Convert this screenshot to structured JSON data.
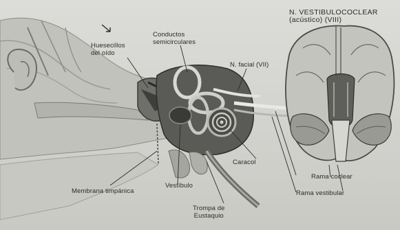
{
  "labels": {
    "ossicles": [
      "Huesecillos",
      "del oído"
    ],
    "canals": [
      "Conductos",
      "semicirculares"
    ],
    "facial_nerve": "N. facial (VII)",
    "vestibulocochlear": [
      "N. VESTIBULOCOCLEAR",
      "(acústico) (VIII)"
    ],
    "cochlea": "Caracol",
    "tympanic_membrane": "Membrana timpánica",
    "vestibule": "Vestíbulo",
    "cochlear_branch": "Rama coclear",
    "vestibular_branch": "Rama vestibular",
    "eustachian_tube": [
      "Trompa de",
      "Eustaquio"
    ]
  },
  "colors": {
    "paper": "#d6d6d2",
    "ink": "#2a2a2a",
    "shade_dark": "#4a4a48",
    "shade_mid": "#8a8a86"
  }
}
